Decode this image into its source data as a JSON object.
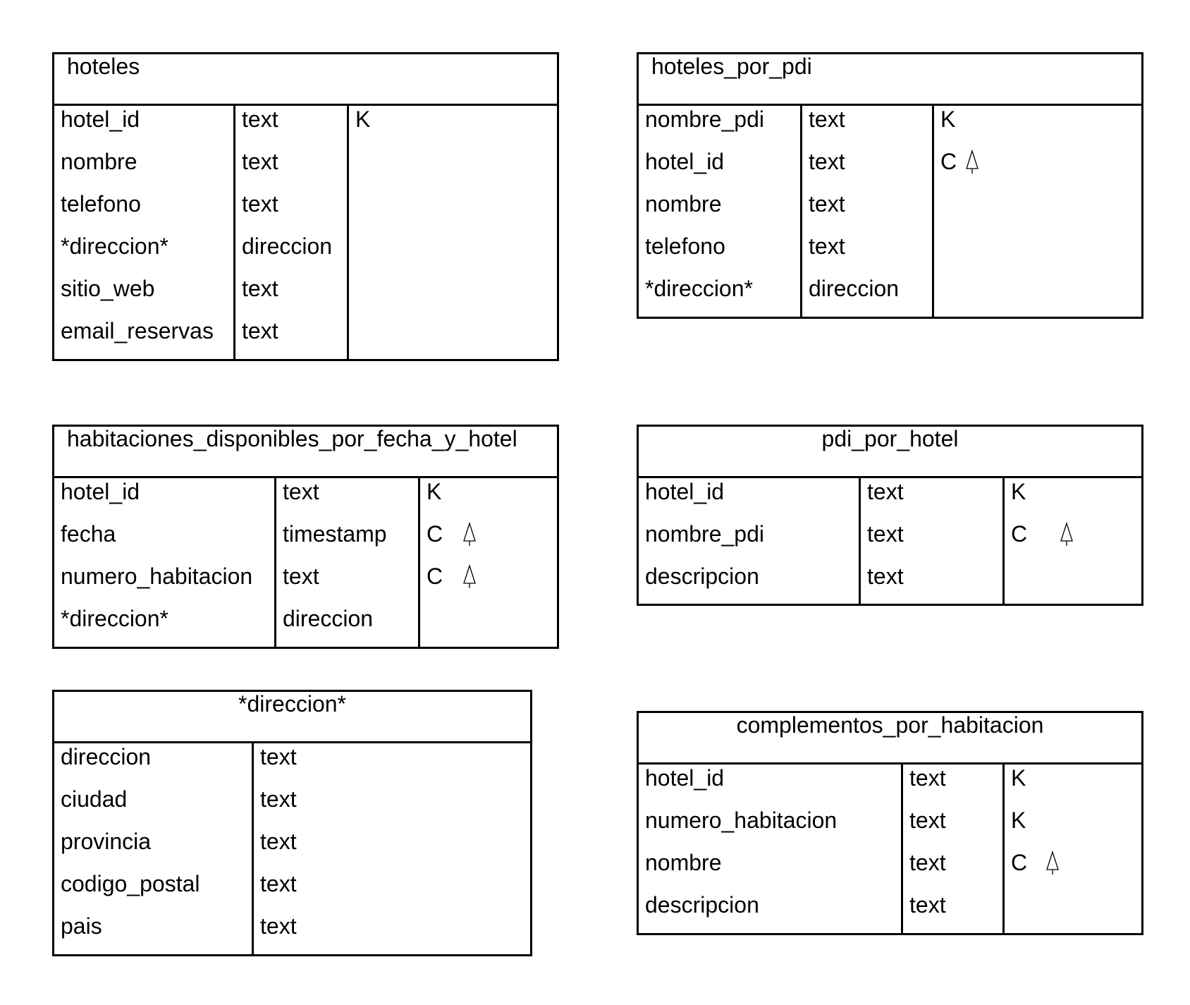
{
  "tables": {
    "hoteles": {
      "title": "hoteles",
      "rows": [
        {
          "name": "hotel_id",
          "type": "text",
          "key": "K"
        },
        {
          "name": "nombre",
          "type": "text",
          "key": ""
        },
        {
          "name": "telefono",
          "type": "text",
          "key": ""
        },
        {
          "name": "*direccion*",
          "type": "direccion",
          "key": ""
        },
        {
          "name": "sitio_web",
          "type": "text",
          "key": ""
        },
        {
          "name": "email_reservas",
          "type": "text",
          "key": ""
        }
      ]
    },
    "hoteles_por_pdi": {
      "title": "hoteles_por_pdi",
      "rows": [
        {
          "name": "nombre_pdi",
          "type": "text",
          "key": "K"
        },
        {
          "name": "hotel_id",
          "type": "text",
          "key": "C",
          "order_icon": "ascending-arrow-icon"
        },
        {
          "name": "nombre",
          "type": "text",
          "key": ""
        },
        {
          "name": "telefono",
          "type": "text",
          "key": ""
        },
        {
          "name": "*direccion*",
          "type": "direccion",
          "key": ""
        }
      ]
    },
    "habitaciones": {
      "title": "habitaciones_disponibles_por_fecha_y_hotel",
      "rows": [
        {
          "name": "hotel_id",
          "type": "text",
          "key": "K"
        },
        {
          "name": "fecha",
          "type": "timestamp",
          "key": "C",
          "order_icon": "ascending-arrow-icon"
        },
        {
          "name": "numero_habitacion",
          "type": "text",
          "key": "C",
          "order_icon": "ascending-arrow-icon"
        },
        {
          "name": "*direccion*",
          "type": "direccion",
          "key": ""
        }
      ]
    },
    "pdi_por_hotel": {
      "title": "pdi_por_hotel",
      "rows": [
        {
          "name": "hotel_id",
          "type": "text",
          "key": "K"
        },
        {
          "name": "nombre_pdi",
          "type": "text",
          "key": "C",
          "order_icon": "ascending-arrow-icon"
        },
        {
          "name": "descripcion",
          "type": "text",
          "key": ""
        }
      ]
    },
    "direccion": {
      "title": "*direccion*",
      "rows": [
        {
          "name": "direccion",
          "type": "text"
        },
        {
          "name": "ciudad",
          "type": "text"
        },
        {
          "name": "provincia",
          "type": "text"
        },
        {
          "name": "codigo_postal",
          "type": "text"
        },
        {
          "name": "pais",
          "type": "text"
        }
      ]
    },
    "complementos": {
      "title": "complementos_por_habitacion",
      "rows": [
        {
          "name": "hotel_id",
          "type": "text",
          "key": "K"
        },
        {
          "name": "numero_habitacion",
          "type": "text",
          "key": "K"
        },
        {
          "name": "nombre",
          "type": "text",
          "key": "C",
          "order_icon": "ascending-arrow-icon"
        },
        {
          "name": "descripcion",
          "type": "text",
          "key": ""
        }
      ]
    }
  }
}
